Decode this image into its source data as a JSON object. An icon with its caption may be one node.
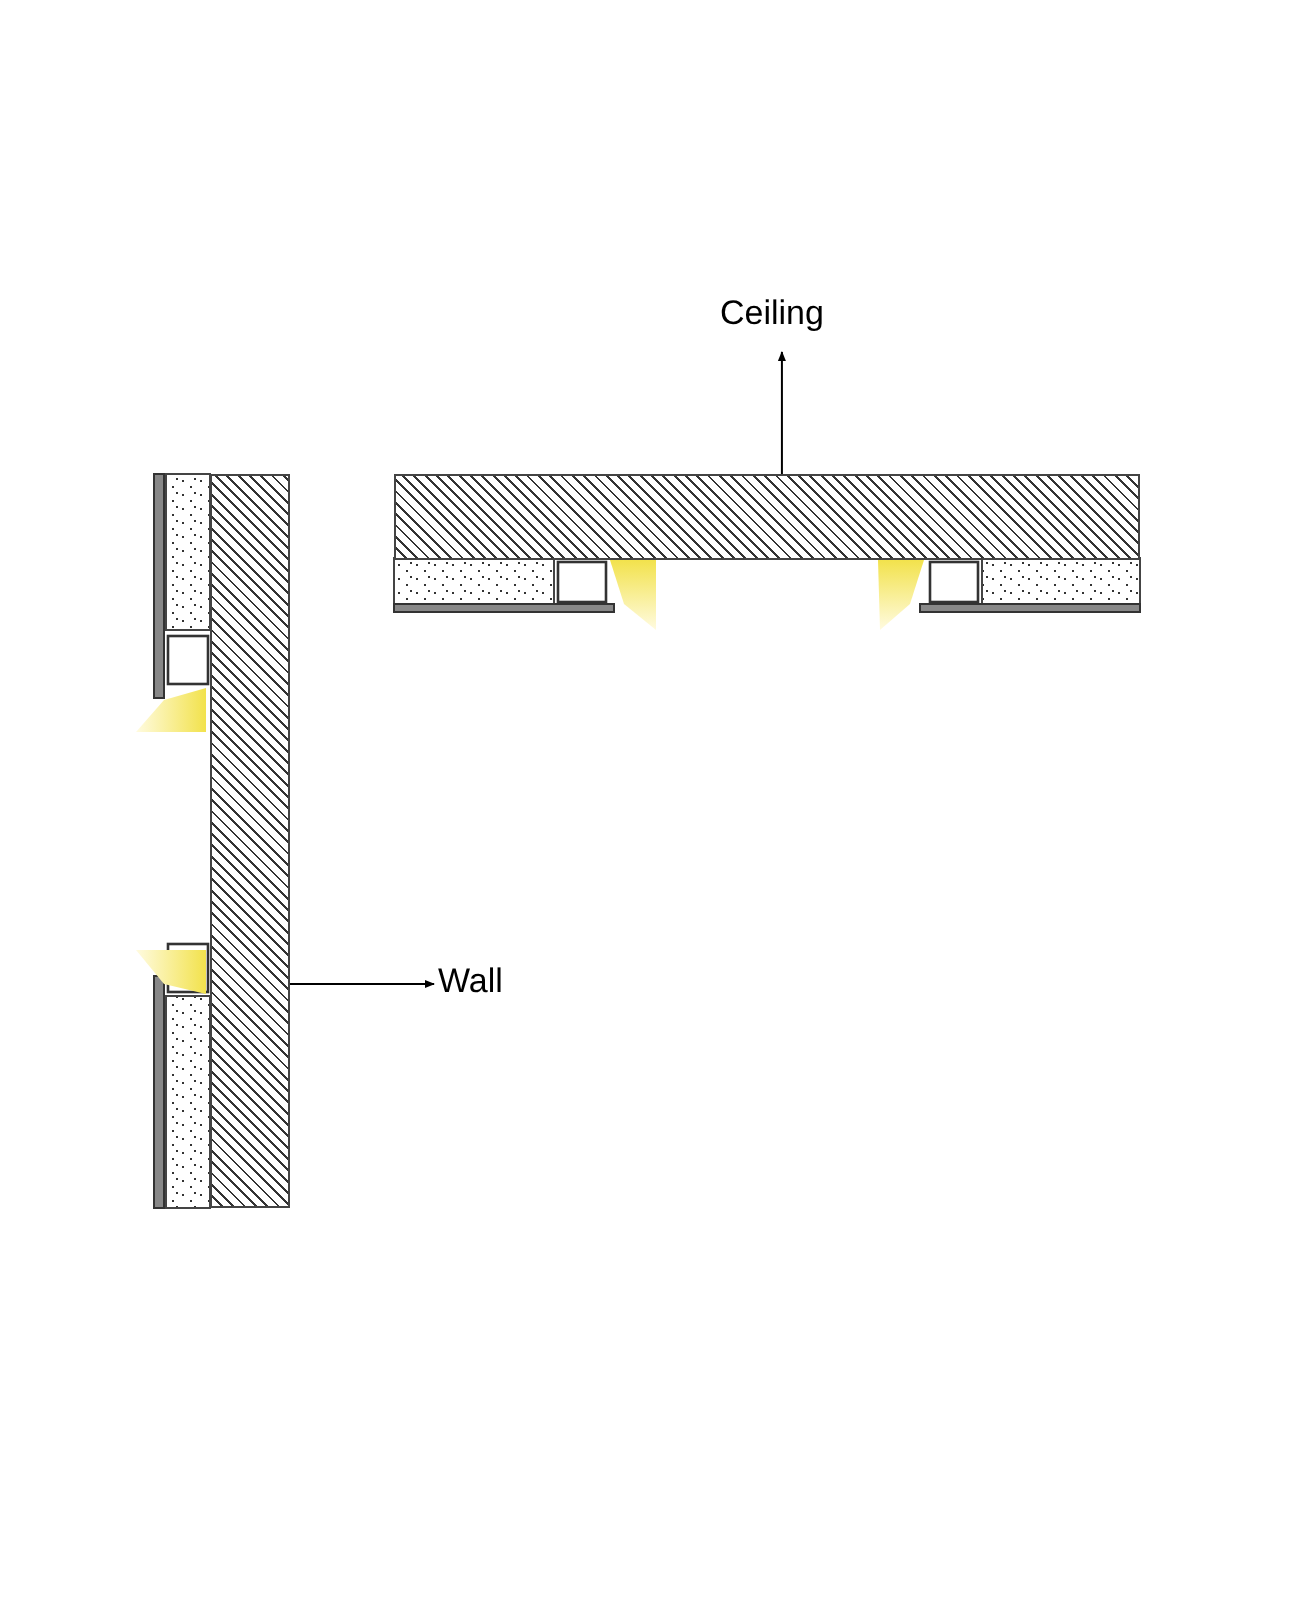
{
  "diagram": {
    "nodes": [
      {
        "text": [
          "Ceiling"
        ]
      },
      {
        "text": [],
        "shape": "box"
      },
      {
        "text": [
          "Wall"
        ]
      },
      {
        "text": [],
        "shape": "box"
      }
    ],
    "edges": [
      {
        "from": 3,
        "to": 0,
        "arrow": "to"
      },
      {
        "from": 1,
        "to": 2,
        "arrow": "to"
      }
    ]
  }
}
